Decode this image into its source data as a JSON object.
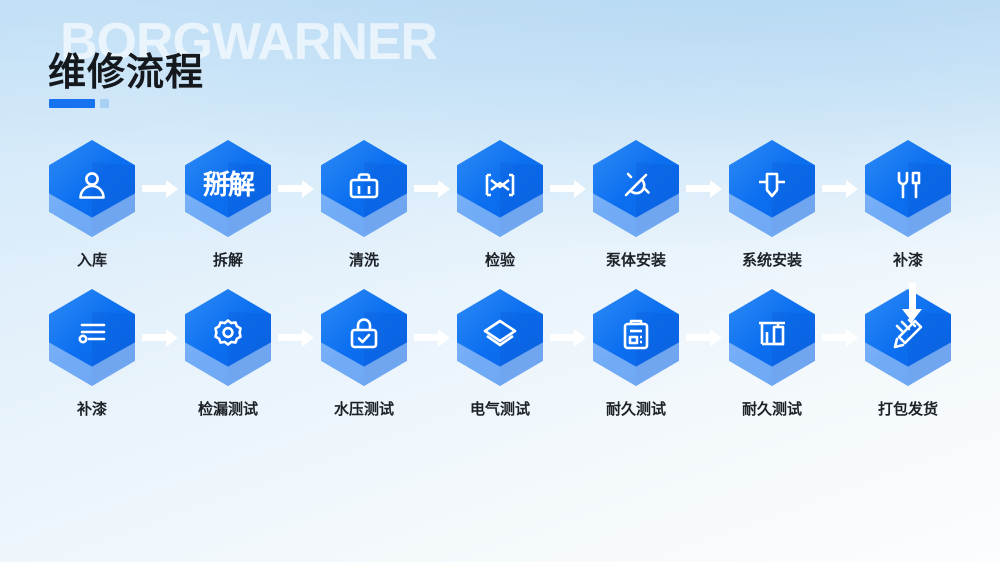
{
  "header": {
    "watermark": "BORGWARNER",
    "title": "维修流程",
    "accent_color": "#1673f0",
    "accent_color_light": "#a8cff4"
  },
  "flow": {
    "row1": [
      {
        "label": "入库",
        "icon": "person-icon"
      },
      {
        "label": "拆解",
        "icon": "chinese-text-chaijie-icon",
        "glyph": "掰解"
      },
      {
        "label": "清洗",
        "icon": "toolbox-icon"
      },
      {
        "label": "检验",
        "icon": "inspection-frame-icon"
      },
      {
        "label": "泵体安装",
        "icon": "plug-icon"
      },
      {
        "label": "系统安装",
        "icon": "insert-down-arrow-icon"
      },
      {
        "label": "补漆",
        "icon": "spray-tools-icon"
      }
    ],
    "row2": [
      {
        "label": "补漆",
        "icon": "sliders-list-icon"
      },
      {
        "label": "检漏测试",
        "icon": "gear-icon"
      },
      {
        "label": "水压测试",
        "icon": "lock-check-icon"
      },
      {
        "label": "电气测试",
        "icon": "layers-icon"
      },
      {
        "label": "耐久测试",
        "icon": "clipboard-icon"
      },
      {
        "label": "耐久测试",
        "icon": "measure-gauge-icon"
      },
      {
        "label": "打包发货",
        "icon": "paint-brush-icon"
      }
    ],
    "connector": "arrow-right",
    "row_connector": "arrow-down"
  }
}
